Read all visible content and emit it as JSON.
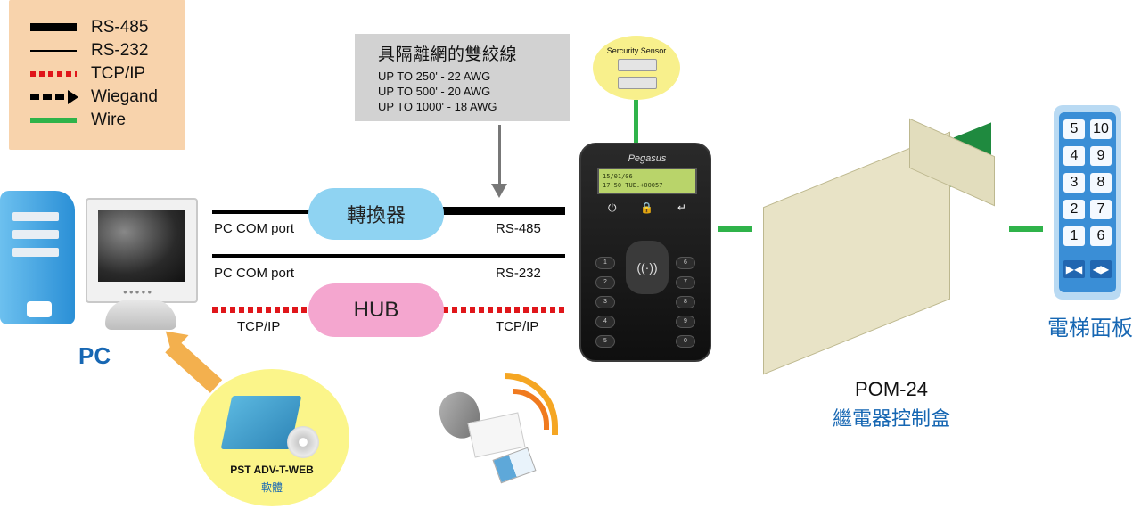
{
  "legend": [
    {
      "key": "rs485",
      "label": "RS-485"
    },
    {
      "key": "rs232",
      "label": "RS-232"
    },
    {
      "key": "tcpip",
      "label": "TCP/IP"
    },
    {
      "key": "wiegand",
      "label": "Wiegand"
    },
    {
      "key": "wire",
      "label": "Wire"
    }
  ],
  "colors": {
    "legend_bg": "#f8d3ac",
    "tcpip": "#e0161a",
    "wire": "#2fb34a",
    "converter": "#8fd3f2",
    "hub": "#f4a6cf",
    "brand_blue": "#1767b3"
  },
  "note": {
    "title": "具隔離網的雙絞線",
    "lines": [
      "UP TO 250' - 22 AWG",
      "UP TO 500' - 20 AWG",
      "UP TO 1000' - 18 AWG"
    ]
  },
  "connections": {
    "com1_left": "PC COM port",
    "com1_right": "RS-485",
    "converter": "轉換器",
    "com2_left": "PC COM port",
    "com2_right": "RS-232",
    "tcp_left": "TCP/IP",
    "hub": "HUB",
    "tcp_right": "TCP/IP"
  },
  "pc": {
    "label": "PC"
  },
  "software": {
    "name": "PST ADV-T-WEB",
    "sub": "軟體"
  },
  "sensor": {
    "title": "Sercurity Sensor"
  },
  "reader": {
    "brand": "Pegasus",
    "lcd_line1": "15/01/06",
    "lcd_line2": "17:50 TUE.+00057",
    "keys_left": [
      "1",
      "2",
      "3",
      "4",
      "5"
    ],
    "keys_right": [
      "6",
      "7",
      "8",
      "9",
      "0"
    ]
  },
  "pom": {
    "name": "POM-24",
    "sub": "繼電器控制盒"
  },
  "elevator": {
    "label": "電梯面板",
    "keys": [
      [
        "5",
        "10"
      ],
      [
        "4",
        "9"
      ],
      [
        "3",
        "8"
      ],
      [
        "2",
        "7"
      ],
      [
        "1",
        "6"
      ]
    ]
  }
}
